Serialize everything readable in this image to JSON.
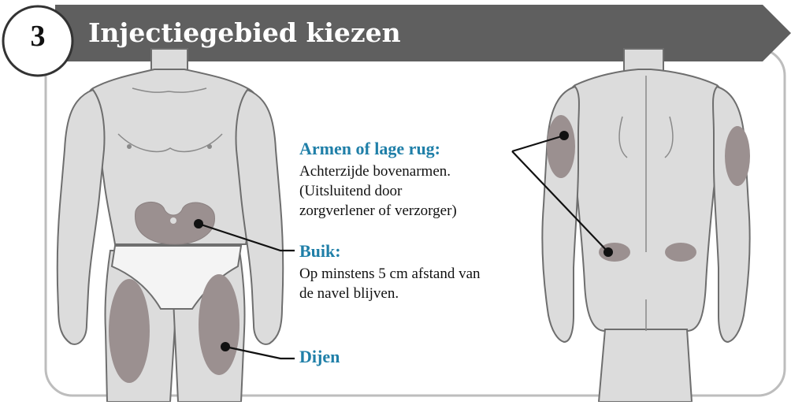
{
  "header": {
    "step_number": "3",
    "title": "Injectiegebied kiezen"
  },
  "labels": {
    "arms": {
      "title": "Armen of lage rug:",
      "lines": [
        "Achterzijde bovenarmen.",
        "(Uitsluitend door",
        "zorgverlener of verzorger)"
      ]
    },
    "belly": {
      "title": "Buik:",
      "lines": [
        "Op minstens 5 cm afstand van",
        "de navel blijven."
      ]
    },
    "thighs": {
      "title": "Dijen"
    }
  },
  "colors": {
    "header_bar": "#606060",
    "title_blue": "#1f7fa8",
    "body_fill": "#dcdcdc",
    "body_outline": "#6e6e6e",
    "zone_fill": "#9b9090",
    "underwear_fill": "#f4f4f4"
  }
}
